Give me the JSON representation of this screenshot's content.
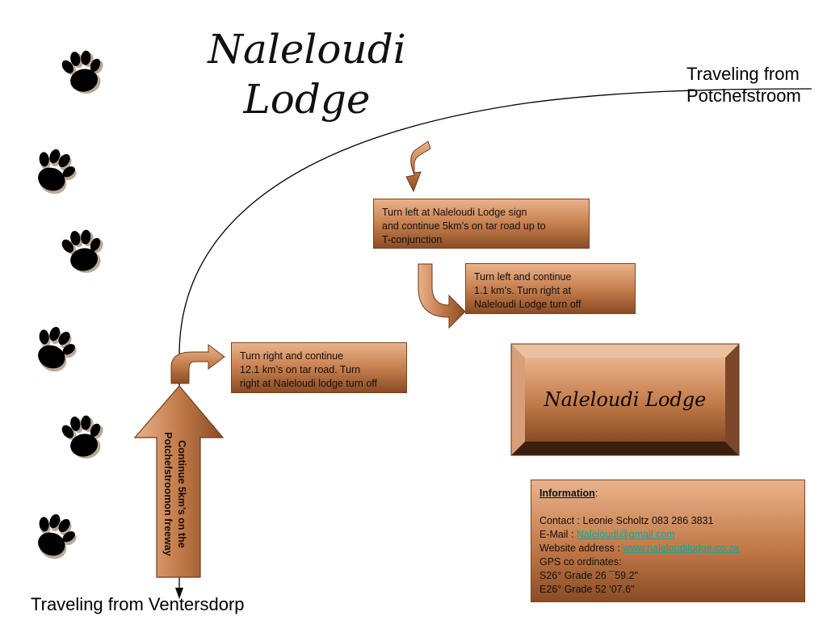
{
  "title": {
    "line1": "Naleloudi",
    "line2": "Lodge"
  },
  "labels": {
    "from_potchefstroom_line1": "Traveling from",
    "from_potchefstroom_line2": "Potchefstroom",
    "from_ventersdorp": "Traveling from Ventersdorp"
  },
  "steps": [
    {
      "lines": [
        "Turn left at Naleloudi Lodge sign",
        "and continue 5km’s on tar road up to",
        "T-conjunction"
      ]
    },
    {
      "lines": [
        "Turn left and continue",
        "1.1 km’s. Turn right at",
        "Naleloudi Lodge turn off"
      ]
    },
    {
      "lines": [
        "Turn right and continue",
        "12.1 km’s on tar road. Turn",
        "right at Naleloudi lodge turn off"
      ]
    }
  ],
  "freeway": {
    "line1": "Continue 5km’s on the",
    "line2": "Potchefstroomon freeway"
  },
  "lodge_sign": "Naleloudi Lodge",
  "info": {
    "heading": "Information",
    "heading_suffix": ":",
    "contact": "Contact : Leonie Scholtz 083 286 3831",
    "email_label": "E-Mail : ",
    "email": "Naleloudi@gmail.com",
    "website_label": "Website address : ",
    "website": "www.naleloudilodge.co.za",
    "gps_label": "GPS co ordinates:",
    "gps_s": "S26° Grade 26 ¯59.2\"",
    "gps_e": "E26° Grade 52 '07.6\""
  },
  "colors": {
    "box_light": "#eab38c",
    "box_mid": "#c27a49",
    "box_dark": "#8a4c25",
    "link": "#10a6a0"
  }
}
